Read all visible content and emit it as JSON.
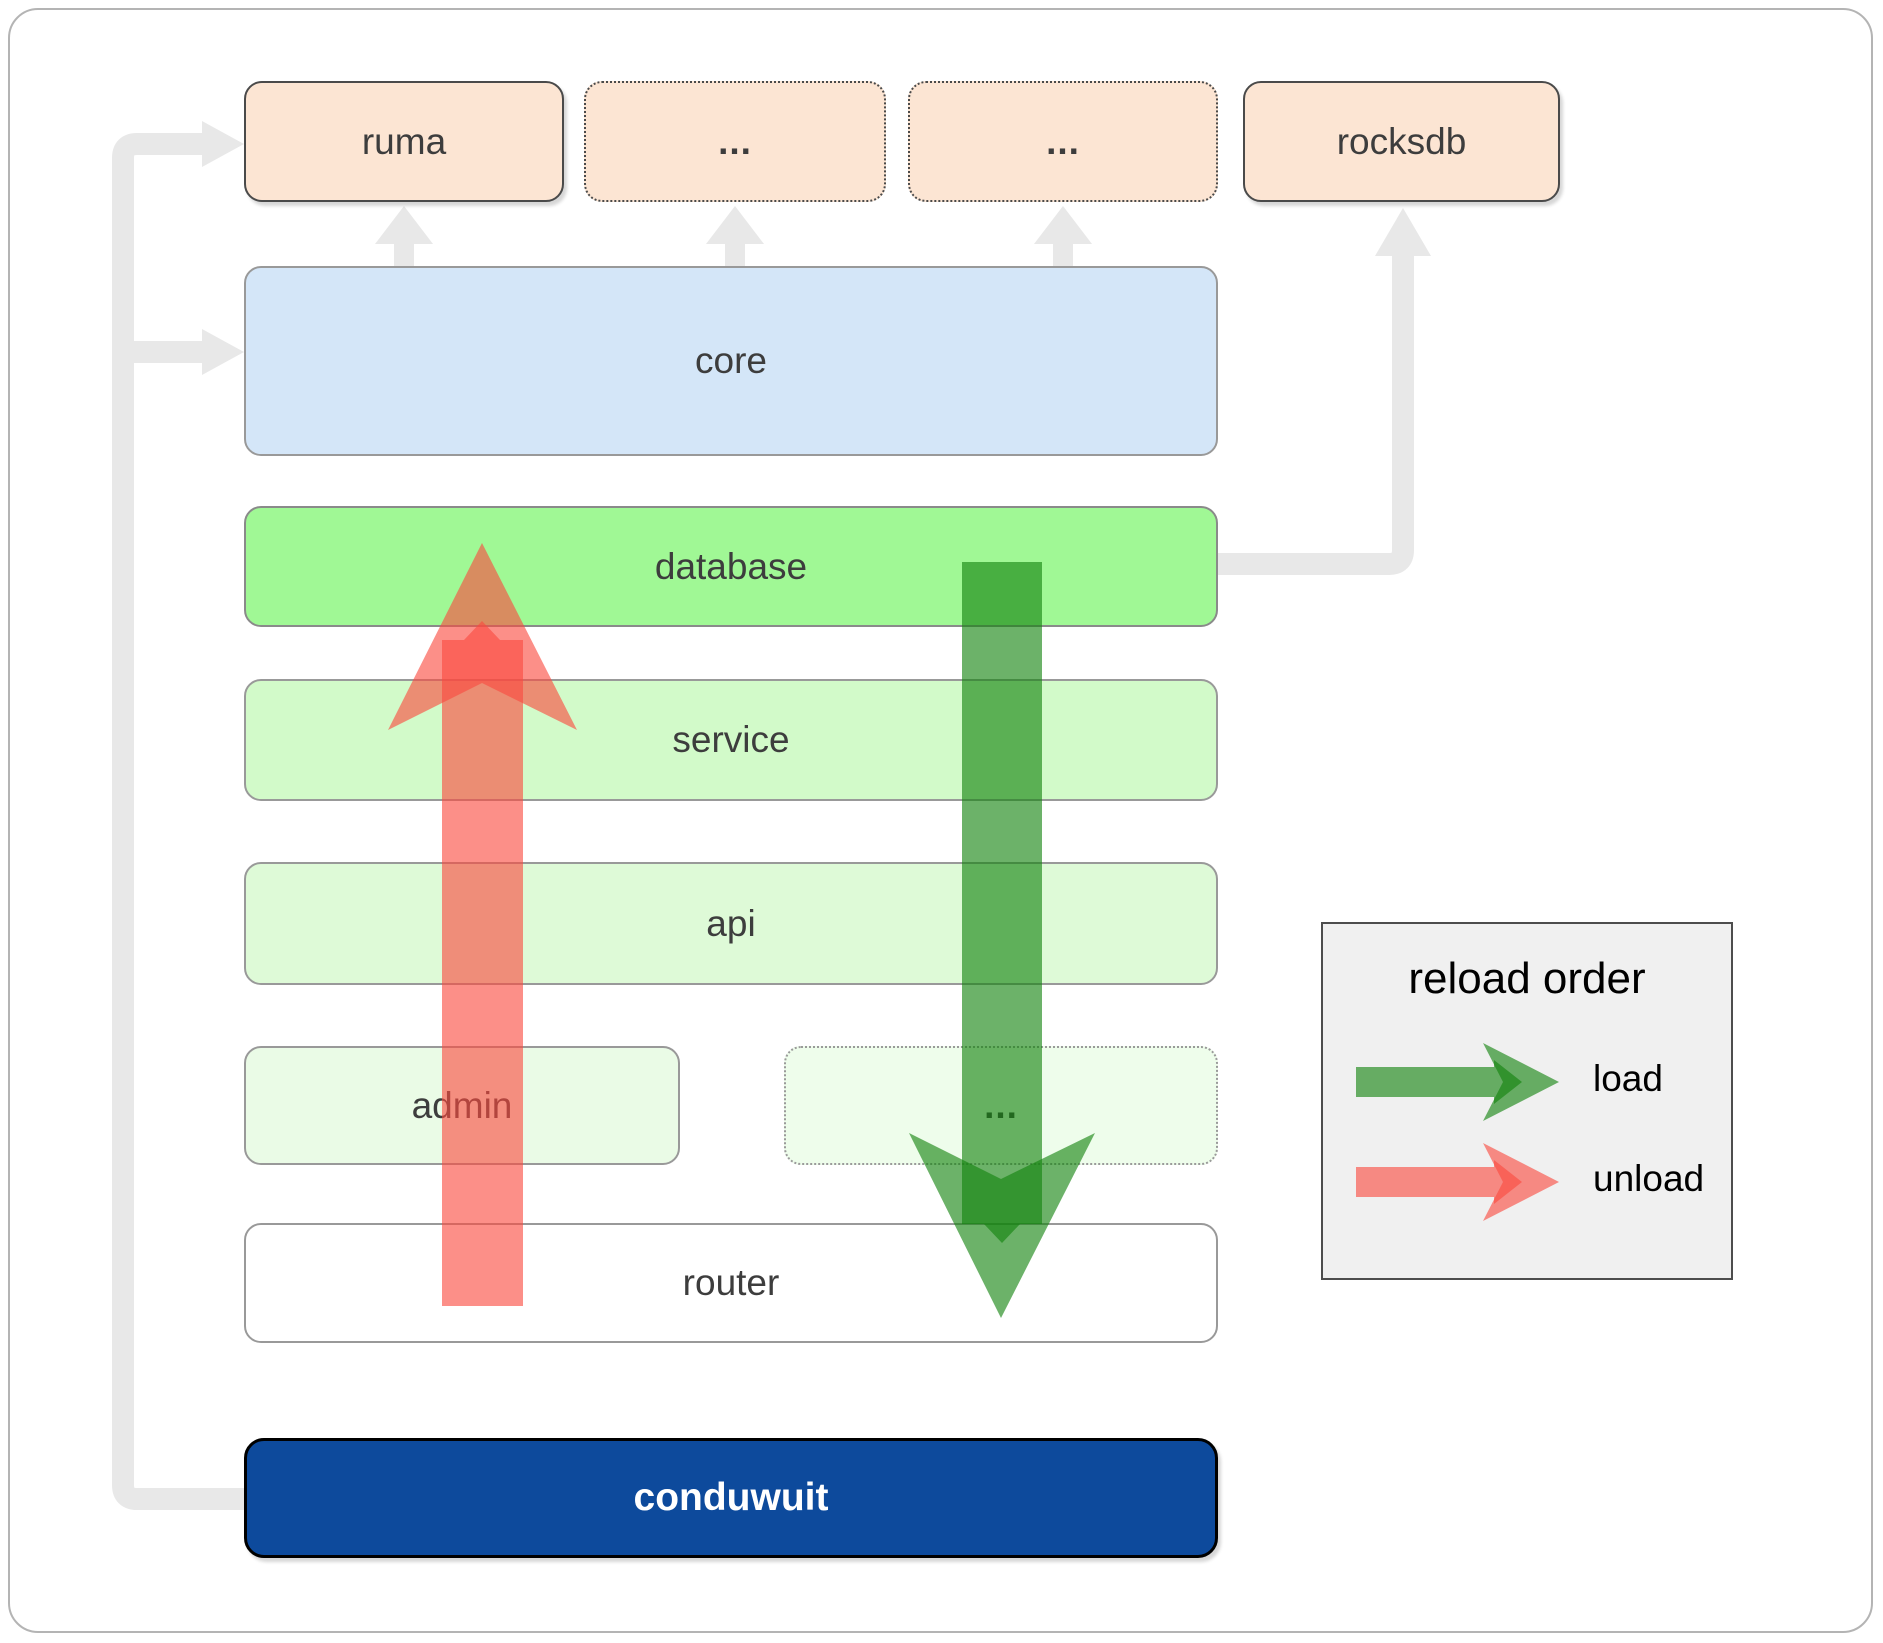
{
  "diagram": {
    "top_row": [
      {
        "label": "ruma"
      },
      {
        "label": "..."
      },
      {
        "label": "..."
      },
      {
        "label": "rocksdb"
      }
    ],
    "layers": [
      {
        "label": "core"
      },
      {
        "label": "database"
      },
      {
        "label": "service"
      },
      {
        "label": "api"
      }
    ],
    "admin_row": [
      {
        "label": "admin"
      },
      {
        "label": "..."
      }
    ],
    "router": {
      "label": "router"
    },
    "app": {
      "label": "conduwuit"
    }
  },
  "legend": {
    "title": "reload order",
    "items": [
      {
        "label": "load"
      },
      {
        "label": "unload"
      }
    ]
  },
  "colors": {
    "crate_box_fill": "#fce5d3",
    "core_fill": "#d4e6f8",
    "database_fill": "#a0f895",
    "service_fill": "#d2fac9",
    "api_fill": "#defad7",
    "admin_fill": "#eafbe6",
    "router_fill": "#ffffff",
    "app_fill": "#0d4a9c",
    "load_arrow_green": "#12830d",
    "unload_arrow_red": "#fa4a3f",
    "connector_gray": "#e8e8e8",
    "legend_fill": "#f0f0f0",
    "label_text": "#3d3d3d"
  }
}
